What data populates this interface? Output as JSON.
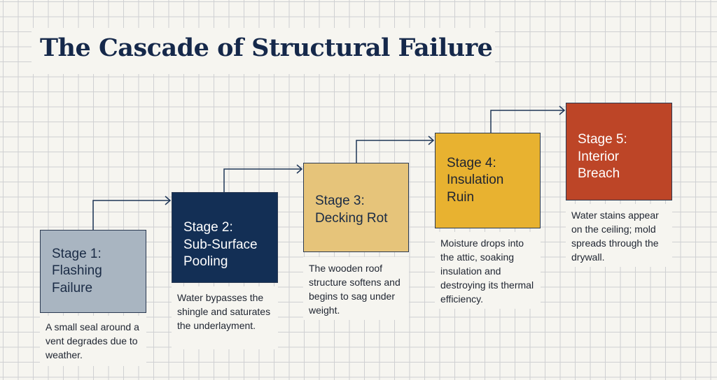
{
  "title": "The Cascade of Structural Failure",
  "stages": [
    {
      "line1": "Stage 1:",
      "line2": "Flashing",
      "line3": "Failure",
      "description": "A small seal around a vent degrades due to weather.",
      "color": "#a9b5c1",
      "text_color": "#1a2b45"
    },
    {
      "line1": "Stage 2:",
      "line2": "Sub-Surface",
      "line3": "Pooling",
      "description": "Water bypasses the shingle and saturates the underlayment.",
      "color": "#132f55",
      "text_color": "#ffffff"
    },
    {
      "line1": "Stage 3:",
      "line2": "Decking Rot",
      "line3": "",
      "description": "The wooden roof structure softens and begins to sag under weight.",
      "color": "#e6c47a",
      "text_color": "#1a2b45"
    },
    {
      "line1": "Stage 4:",
      "line2": "Insulation",
      "line3": "Ruin",
      "description": "Moisture drops into the attic, soaking insulation and destroying its thermal efficiency.",
      "color": "#e8b230",
      "text_color": "#1f2430"
    },
    {
      "line1": "Stage 5:",
      "line2": "Interior",
      "line3": "Breach",
      "description": "Water stains appear on the ceiling; mold spreads through the drywall.",
      "color": "#bd4527",
      "text_color": "#ffffff"
    }
  ],
  "arrow_color": "#1f3657"
}
